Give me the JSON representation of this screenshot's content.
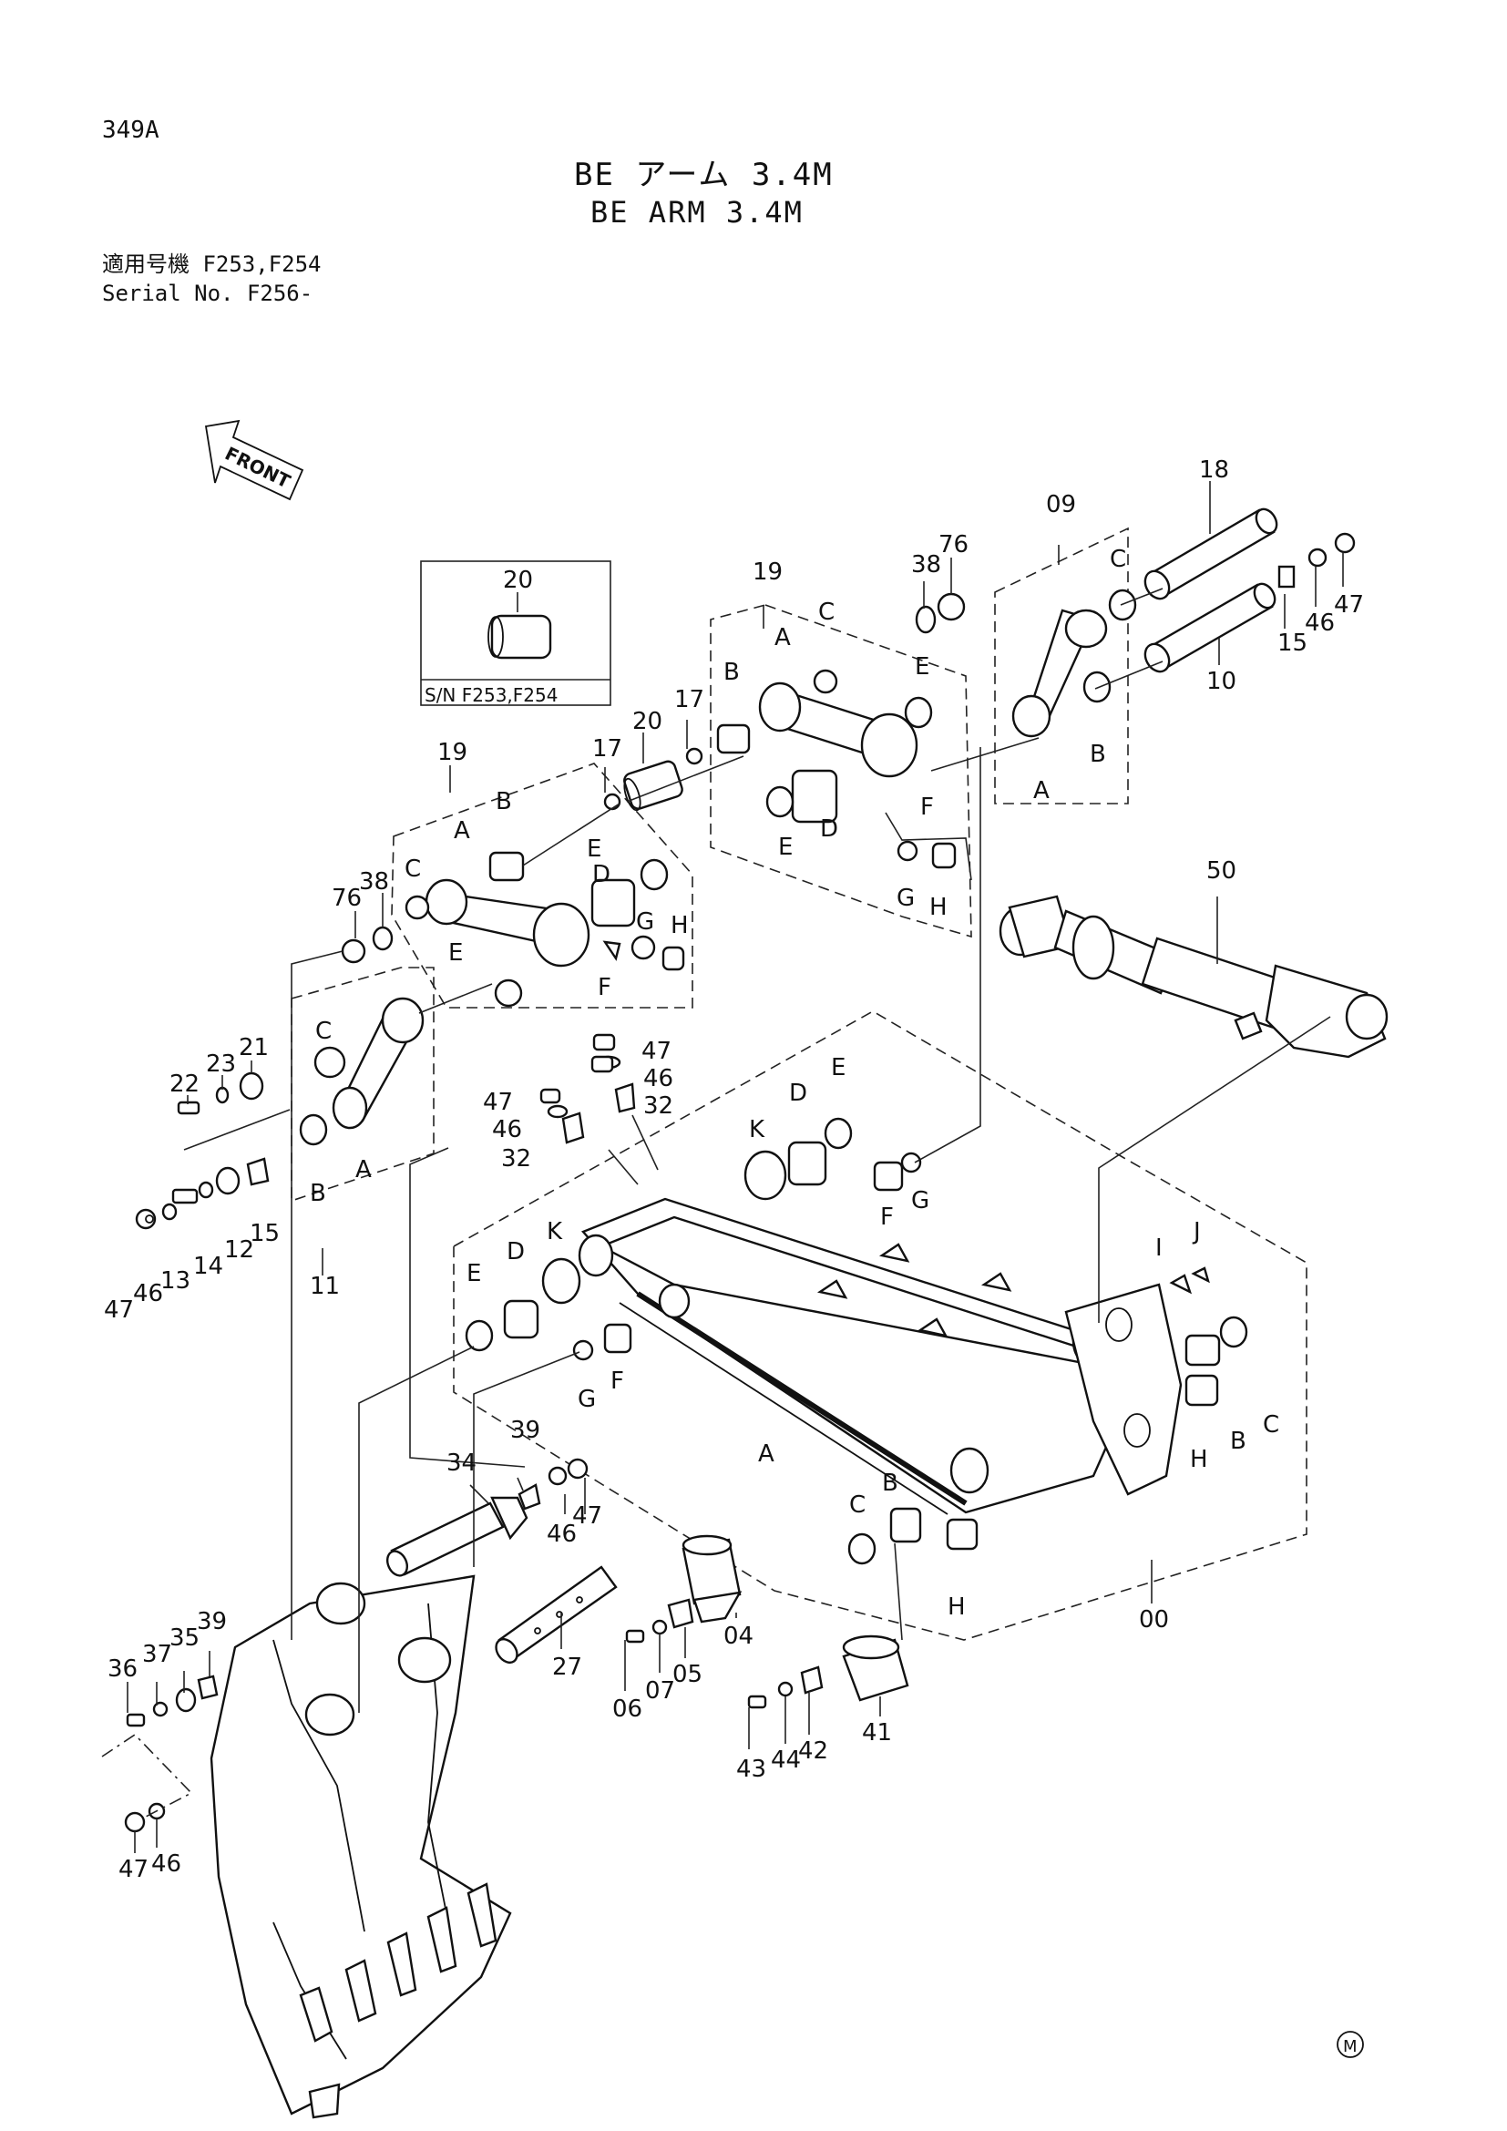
{
  "header": {
    "page_code": "349A",
    "title_ja": "BE アーム 3.4M",
    "title_en": "BE ARM 3.4M",
    "serial_line_ja": "適用号機  F253,F254",
    "serial_line_en": "Serial No.  F256-"
  },
  "front_arrow": {
    "label": "FRONT"
  },
  "inset": {
    "part": "20",
    "caption": "S/N  F253,F254"
  },
  "groups": {
    "g19_upper": "19",
    "g19_lower": "19",
    "g09": "09",
    "g11": "11",
    "g00": "00"
  },
  "parts": {
    "p18": "18",
    "p10": "10",
    "p15a": "15",
    "p46a": "46",
    "p47a": "47",
    "p38a": "38",
    "p76a": "76",
    "p17a": "17",
    "p20a": "20",
    "p17b": "17",
    "p50": "50",
    "p76b": "76",
    "p38b": "38",
    "p22": "22",
    "p23": "23",
    "p21": "21",
    "p47b": "47",
    "p46b": "46",
    "p13": "13",
    "p14": "14",
    "p12": "12",
    "p15b": "15",
    "p47c": "47",
    "p46c": "46",
    "p32a": "32",
    "p47d": "47",
    "p46d": "46",
    "p32b": "32",
    "p39a": "39",
    "p34": "34",
    "p46e": "46",
    "p47e": "47",
    "p27": "27",
    "p04": "04",
    "p06": "06",
    "p07": "07",
    "p05": "05",
    "p43": "43",
    "p44": "44",
    "p42": "42",
    "p41": "41",
    "p36": "36",
    "p37": "37",
    "p35": "35",
    "p39b": "39",
    "p47f": "47",
    "p46f": "46"
  },
  "letters": {
    "A": "A",
    "B": "B",
    "C": "C",
    "D": "D",
    "E": "E",
    "F": "F",
    "G": "G",
    "H": "H",
    "I": "I",
    "J": "J",
    "K": "K"
  },
  "mark": "M"
}
